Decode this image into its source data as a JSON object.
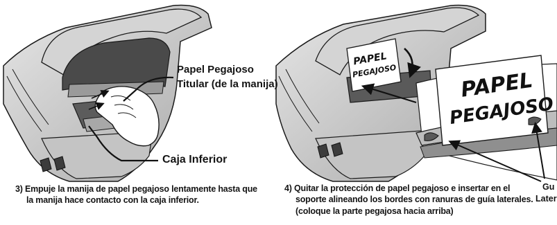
{
  "left_panel": {
    "callout_holder": {
      "line1": "Papel Pegajoso",
      "line2": "Titular (de la manija)"
    },
    "callout_box": "Caja Inferior",
    "caption": {
      "line1": "3) Empuje la manija de papel pegajoso lentamente hasta que",
      "line2": "la manija hace contacto con la caja inferior."
    }
  },
  "right_panel": {
    "sheet_small": {
      "line1": "PAPEL",
      "line2": "PEGAJOSO"
    },
    "sheet_large": {
      "line1": "PAPEL",
      "line2": "PEGAJOSO"
    },
    "callout_guides": {
      "line1": "Gu",
      "line2": "Later"
    },
    "caption": {
      "line1": "4) Quitar la protección de papel pegajoso e insertar en el",
      "line2": "soporte alineando los bordes con ranuras de guía laterales.",
      "line3": "(coloque la parte pegajosa hacia arriba)"
    }
  },
  "colors": {
    "line": "#1a1a1a",
    "shade": "#c9c9c9",
    "shade_dark": "#8f8f8f",
    "paper": "#ffffff"
  }
}
